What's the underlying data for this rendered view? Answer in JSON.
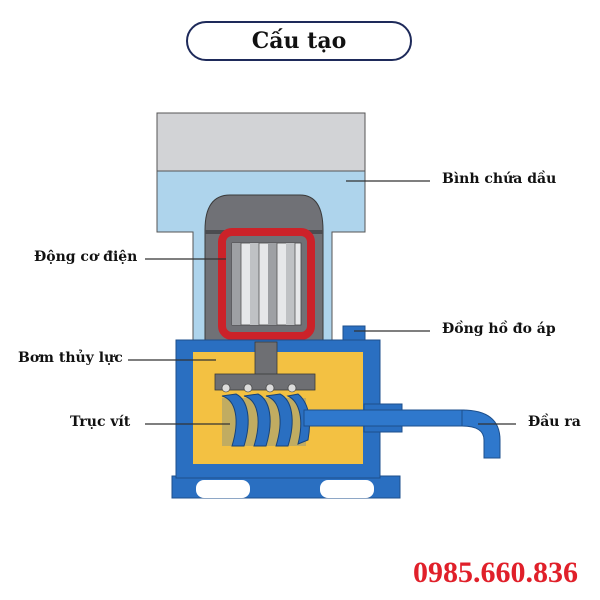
{
  "title": "Cấu tạo",
  "labels": {
    "oil_tank": "Bình chứa dầu",
    "electric_motor": "Động cơ điện",
    "pressure_gauge": "Đồng hồ đo áp",
    "hydraulic_pump": "Bơm thủy lực",
    "screw_shaft": "Trục vít",
    "outlet": "Đầu ra"
  },
  "phone": "0985.660.836",
  "colors": {
    "tank_top": "#d2d3d6",
    "tank_fluid": "#aed4ec",
    "motor_casing": "#6e6f73",
    "motor_coil": "#cc2229",
    "pump_body": "#2a6fc1",
    "pump_fill": "#f3c142",
    "screw": "#2a6fc1",
    "leader_line": "#333333",
    "phone": "#e0202a"
  }
}
